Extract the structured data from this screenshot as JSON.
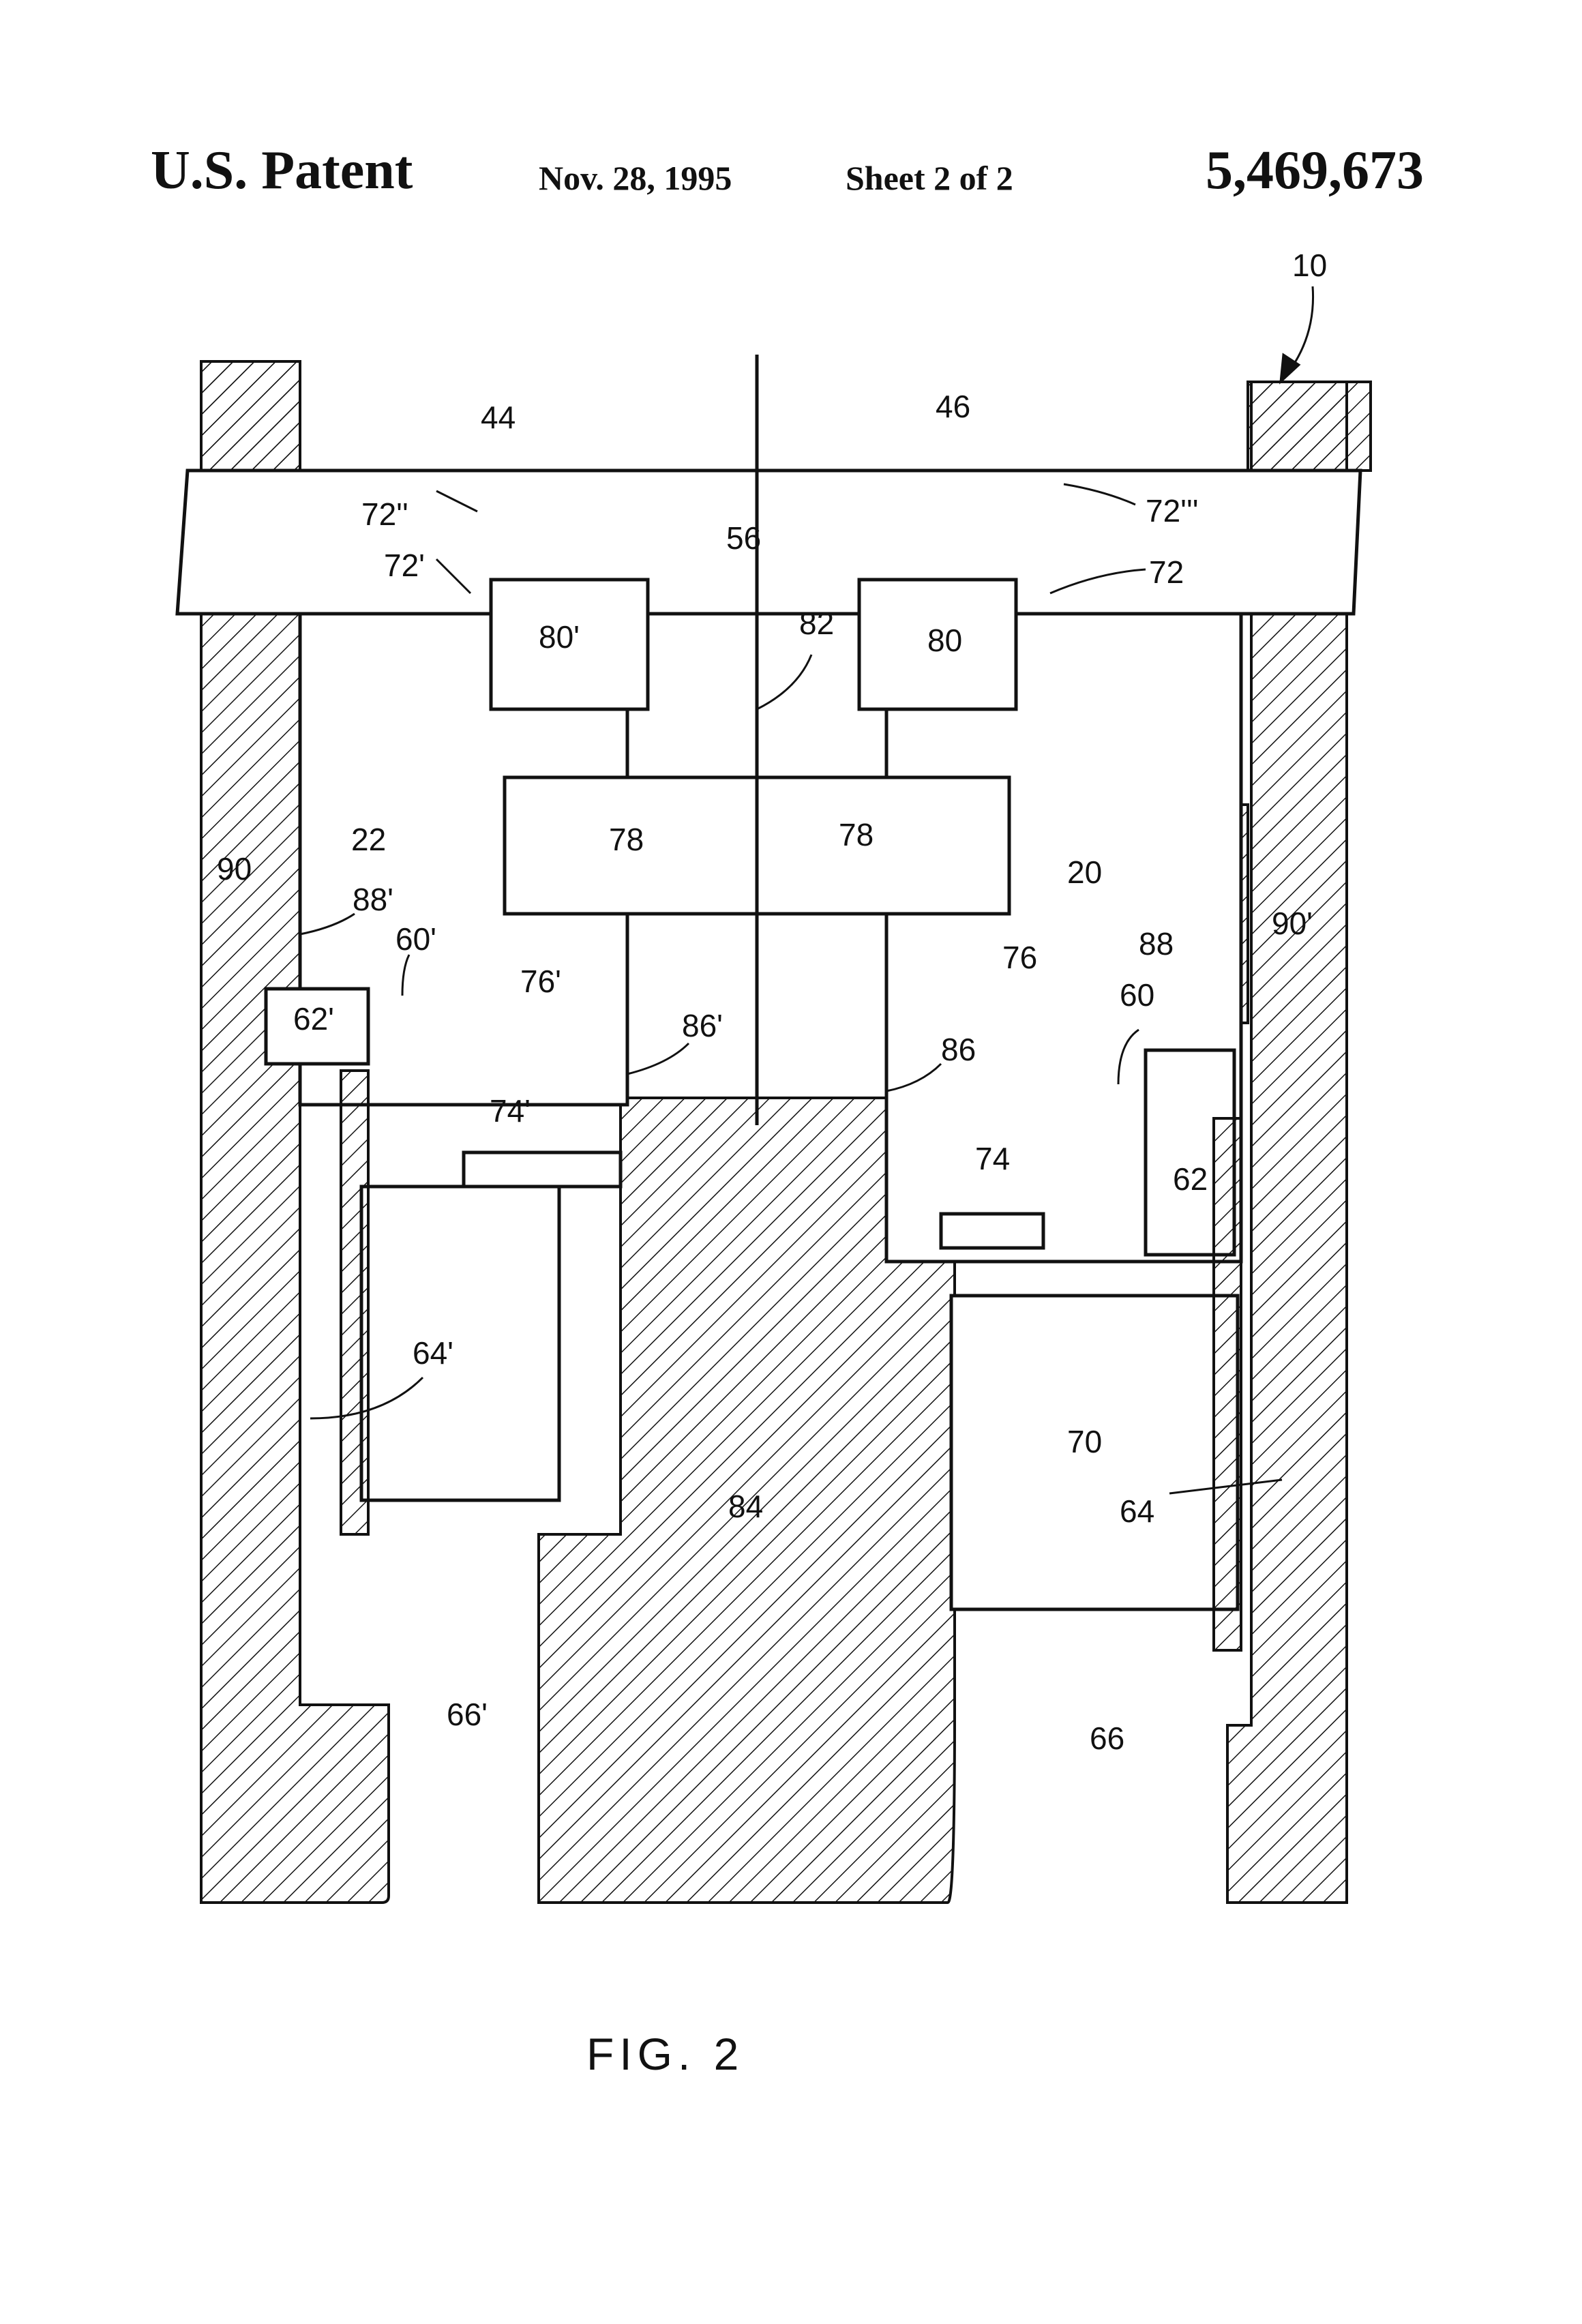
{
  "header": {
    "patent_label": "U.S. Patent",
    "date": "Nov. 28, 1995",
    "sheet": "Sheet 2 of 2",
    "patent_number": "5,469,673"
  },
  "figure": {
    "caption": "FIG. 2",
    "assembly_ref": "10",
    "refs": {
      "r44": "44",
      "r46": "46",
      "r56": "56",
      "r72a": "72''",
      "r72b": "72'''",
      "r72c": "72'",
      "r72d": "72",
      "r80a": "80'",
      "r80b": "80",
      "r82": "82",
      "r22": "22",
      "r20": "20",
      "r78a": "78",
      "r78b": "78",
      "r90a": "90",
      "r90b": "90'",
      "r88a": "88'",
      "r88b": "88",
      "r60a": "60'",
      "r60b": "60",
      "r62a": "62'",
      "r62b": "62",
      "r76a": "76'",
      "r76b": "76",
      "r86a": "86'",
      "r86b": "86",
      "r74a": "74'",
      "r74b": "74",
      "r64a": "64'",
      "r64b": "64",
      "r70": "70",
      "r84": "84",
      "r66a": "66'",
      "r66b": "66"
    }
  },
  "colors": {
    "ink": "#111111",
    "paper": "#ffffff"
  }
}
